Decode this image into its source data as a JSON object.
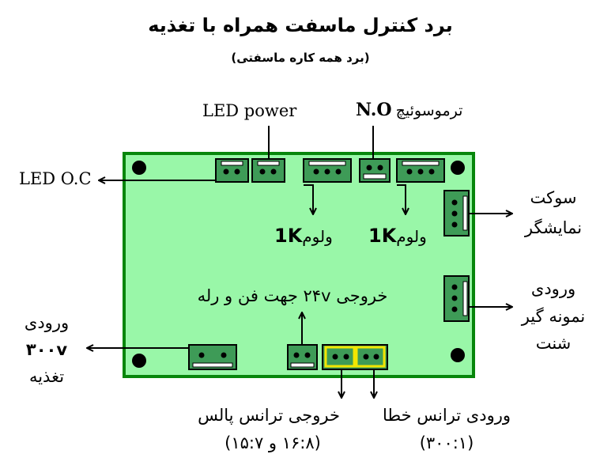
{
  "title": "برد کنترل ماسفت همراه با تغذیه",
  "subtitle": "(برد همه کاره ماسفتی)",
  "colors": {
    "board_fill": "#99f7a8",
    "board_border": "#07860b",
    "connector_fill": "#3e9b57",
    "highlight": "#f2e600"
  },
  "labels": {
    "led_power": "LED power",
    "thermo_no": "N.O",
    "thermo_text": "ترموسوئیچ",
    "led_oc": "LED O.C",
    "pot1_num": "1K",
    "pot1_text": "ولوم",
    "pot2_num": "1K",
    "pot2_text": "ولوم",
    "display_socket_1": "سوکت",
    "display_socket_2": "نمایشگر",
    "shunt_in_1": "ورودی",
    "shunt_in_2": "نمونه گیر",
    "shunt_in_3": "شنت",
    "output_24v": "خروجی ۲۴v جهت فن و رله",
    "power_in_1": "ورودی",
    "power_in_2": "۳۰۰v",
    "power_in_3": "تغذیه",
    "pulse_trans_1": "خروجی ترانس پالس",
    "pulse_trans_2": "(۱۶:۸ و ۱۵:۷)",
    "error_trans_1": "ورودی ترانس خطا",
    "error_trans_2": "(۳۰۰:۱)"
  }
}
